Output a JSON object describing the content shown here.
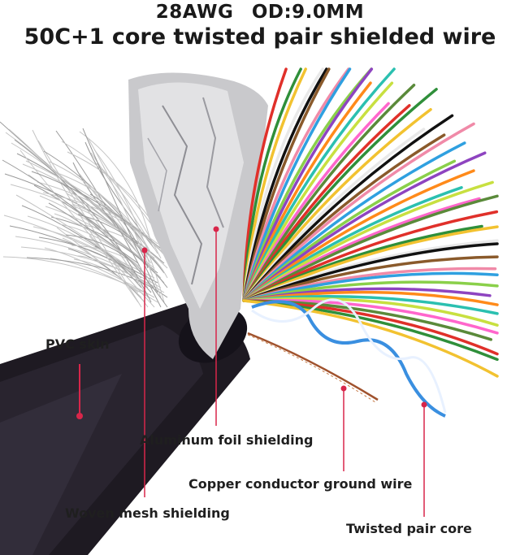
{
  "header": {
    "line1": "28AWG   OD:9.0MM",
    "line2": "50C+1 core twisted pair shielded wire"
  },
  "labels": {
    "pvc_skin": "PVC skin",
    "aluminum_foil": "Aluminum foil shielding",
    "copper_ground": "Copper conductor ground wire",
    "woven_mesh": "Woven mesh shielding",
    "twisted_pair": "Twisted pair core"
  },
  "colors": {
    "sheath": "#1e1a22",
    "marker_line": "#d8264a",
    "foil": "#c9c9cc",
    "mesh": "#b9b9b9",
    "copper": "#a0522d",
    "pair": "#3a8fe0"
  },
  "wire_colors": [
    "#e0302a",
    "#2f8f3a",
    "#f2c230",
    "#e9e9e9",
    "#111111",
    "#8a5a2b",
    "#f08aa8",
    "#2fa0e0",
    "#8ad04a",
    "#8e44c0",
    "#ff8a1a",
    "#2bc0b0",
    "#c8e040",
    "#ff66cc",
    "#5a8a3a"
  ]
}
